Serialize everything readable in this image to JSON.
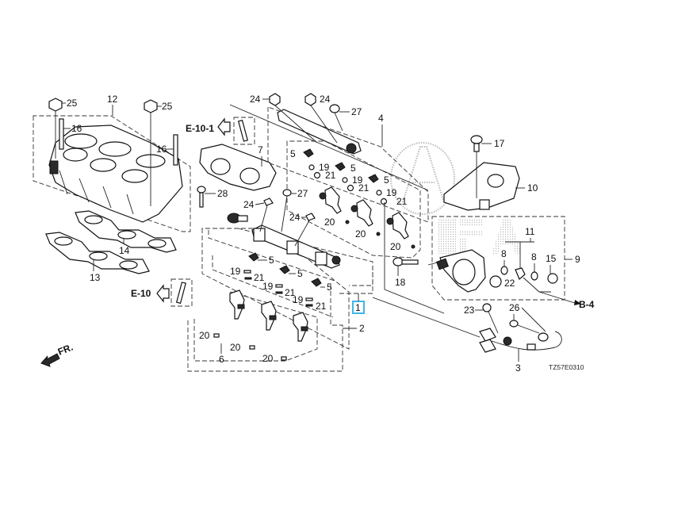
{
  "diagram": {
    "title": "Intake Manifold / Fuel Injector Assembly Parts Diagram",
    "code": "TZ57E0310",
    "front_indicator": "FR.",
    "references": [
      {
        "id": "e10-1",
        "label": "E-10-1"
      },
      {
        "id": "e10",
        "label": "E-10"
      },
      {
        "id": "b4",
        "label": "B-4"
      }
    ],
    "highlighted_part": "1",
    "watermark_brand": "ACURA",
    "callouts": {
      "c1": "1",
      "c2": "2",
      "c3": "3",
      "c4": "4",
      "c5a": "5",
      "c5b": "5",
      "c5c": "5",
      "c5d": "5",
      "c5e": "5",
      "c5f": "5",
      "c6": "6",
      "c7": "7",
      "c8a": "8",
      "c8b": "8",
      "c9": "9",
      "c10": "10",
      "c11": "11",
      "c12": "12",
      "c13": "13",
      "c14": "14",
      "c15": "15",
      "c16a": "16",
      "c16b": "16",
      "c17": "17",
      "c18": "18",
      "c19a": "19",
      "c19b": "19",
      "c19c": "19",
      "c19d": "19",
      "c19e": "19",
      "c19f": "19",
      "c20a": "20",
      "c20b": "20",
      "c20c": "20",
      "c20d": "20",
      "c20e": "20",
      "c20f": "20",
      "c21a": "21",
      "c21b": "21",
      "c21c": "21",
      "c21d": "21",
      "c21e": "21",
      "c21f": "21",
      "c22": "22",
      "c23": "23",
      "c24a": "24",
      "c24b": "24",
      "c24c": "24",
      "c24d": "24",
      "c25a": "25",
      "c25b": "25",
      "c26": "26",
      "c27a": "27",
      "c27b": "27",
      "c28": "28"
    }
  }
}
